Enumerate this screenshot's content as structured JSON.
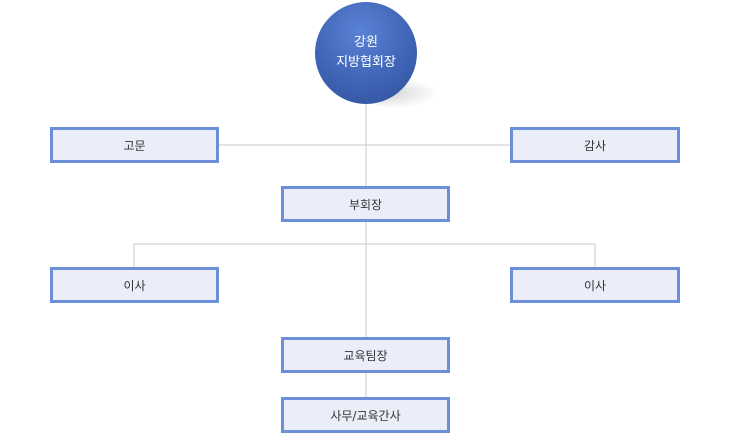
{
  "colors": {
    "head_fill": "#3f64b6",
    "box_border": "#6b8fd9",
    "box_fill": "#ebeef8",
    "connector": "#c8c8c8",
    "text": "#333333"
  },
  "head": {
    "line1": "강원",
    "line2": "지방협회장"
  },
  "nodes": {
    "advisor": "고문",
    "auditor": "감사",
    "vice_president": "부회장",
    "director_left": "이사",
    "director_right": "이사",
    "education_team_lead": "교육팀장",
    "admin_education_secretary": "사무/교육간사"
  }
}
